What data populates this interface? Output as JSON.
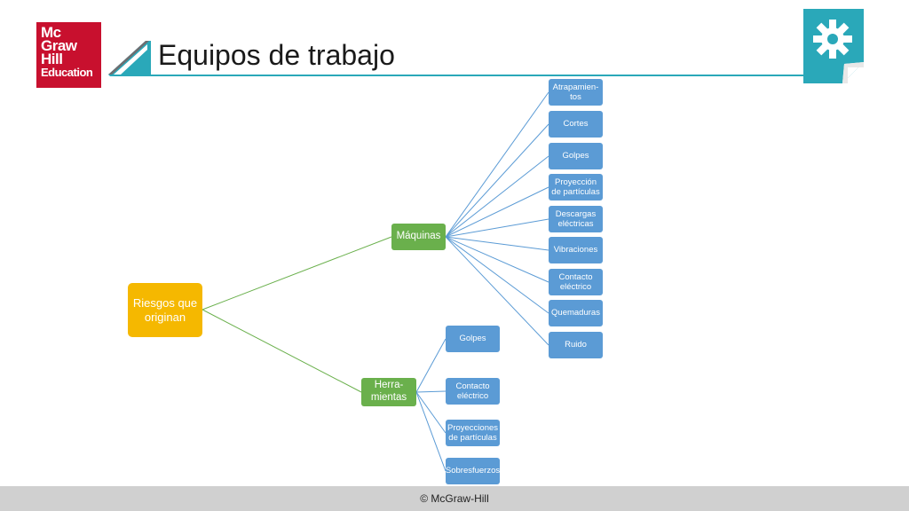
{
  "header": {
    "logo_lines": [
      "Mc",
      "Graw",
      "Hill",
      "Education"
    ],
    "title": "Equipos de trabajo",
    "gear_icon": "gear-icon",
    "accent_color": "#2aa8b9"
  },
  "diagram": {
    "root": "Riesgos que originan",
    "machines": {
      "label": "Máquinas",
      "children": [
        "Atrapamien-tos",
        "Cortes",
        "Golpes",
        "Proyección de partículas",
        "Descargas eléctricas",
        "Vibraciones",
        "Contacto eléctrico",
        "Quemaduras",
        "Ruido"
      ]
    },
    "tools": {
      "label": "Herra-mientas",
      "children": [
        "Golpes",
        "Contacto eléctrico",
        "Proyecciones de partículas",
        "Sobresfuerzos"
      ]
    },
    "colors": {
      "root": "#f5b800",
      "mid": "#6ab04c",
      "leaf": "#5b9bd5",
      "mid_link": "#6ab04c",
      "leaf_link": "#5b9bd5"
    }
  },
  "footer": {
    "copyright": "© McGraw-Hill"
  }
}
